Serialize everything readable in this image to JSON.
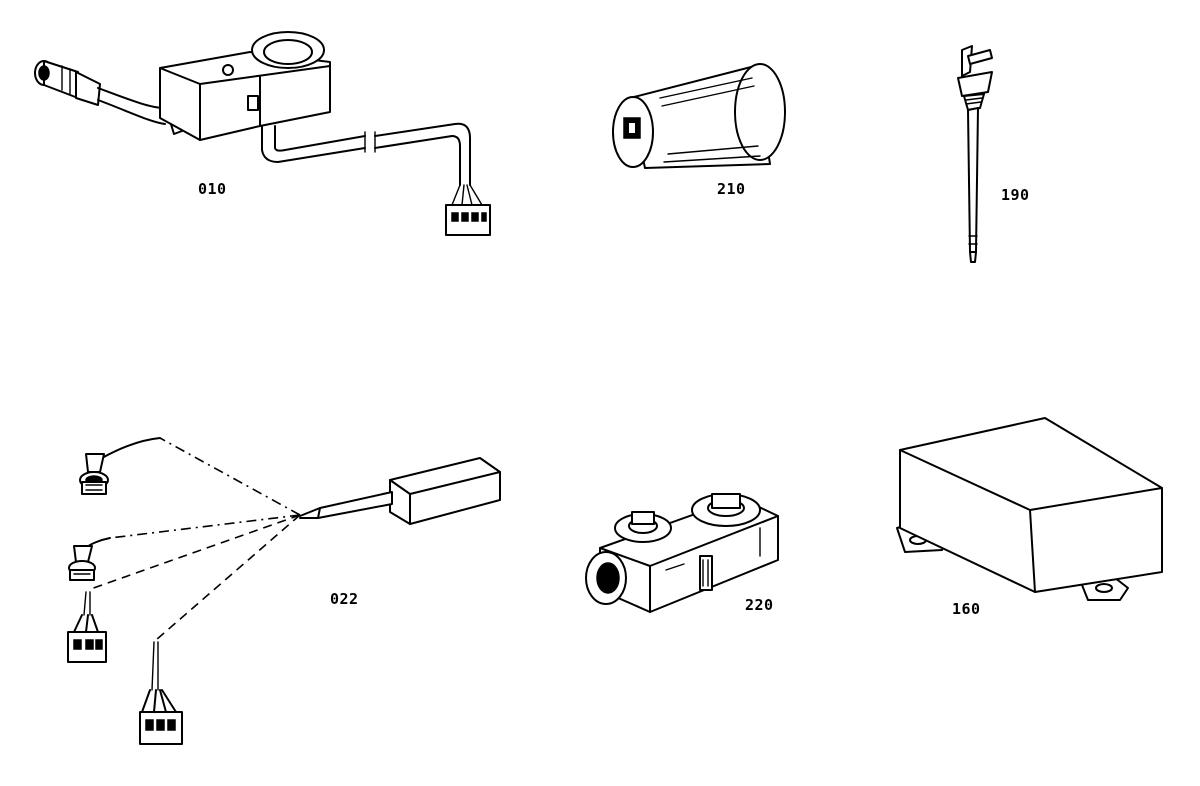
{
  "parts": [
    {
      "id": "sensor-clamp",
      "number": "010"
    },
    {
      "id": "cylinder",
      "number": "210"
    },
    {
      "id": "dipstick",
      "number": "190"
    },
    {
      "id": "wiring-harness",
      "number": "022"
    },
    {
      "id": "valve-body",
      "number": "220"
    },
    {
      "id": "control-box",
      "number": "160"
    }
  ]
}
